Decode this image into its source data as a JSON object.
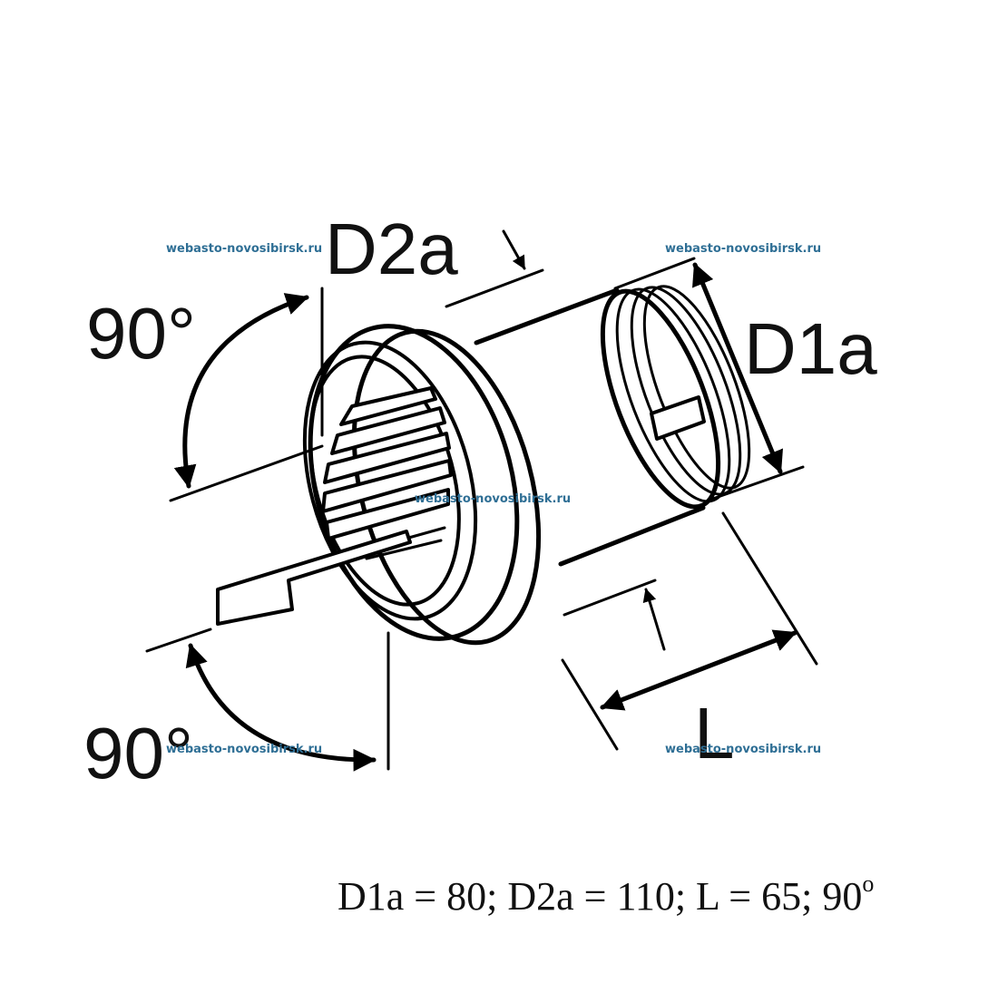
{
  "labels": {
    "d2a": "D2a",
    "d1a": "D1a",
    "angle_top": "90°",
    "angle_bottom": "90°",
    "length": "L"
  },
  "watermarks": [
    "webasto-novosibirsk.ru",
    "webasto-novosibirsk.ru",
    "webasto-novosibirsk.ru",
    "webasto-novosibirsk.ru",
    "webasto-novosibirsk.ru"
  ],
  "caption": {
    "text": "D1a = 80; D2a = 110; L = 65; 90",
    "superscript": "o"
  },
  "colors": {
    "line": "#000000",
    "watermark": "#2f6f95",
    "background": "#ffffff"
  }
}
